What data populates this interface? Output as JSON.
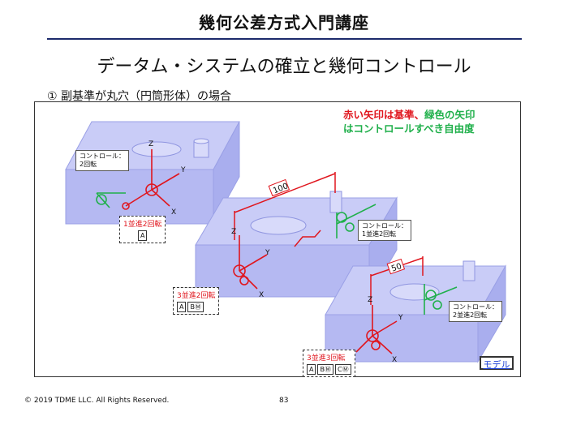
{
  "header": {
    "title": "幾何公差方式入門講座"
  },
  "subtitle": "データム・システムの確立と幾何コントロール",
  "section": "① 副基準が丸穴（円筒形体）の場合",
  "legend_note": {
    "red_part": "赤い矢印は基準",
    "sep": "、",
    "green_part": "緑色の矢印",
    "line2": "はコントロールすべき自由度"
  },
  "blocks": {
    "left": {
      "callout": [
        "コントロール：",
        "2回転"
      ],
      "datum_label": "1並進2回転",
      "frames": [
        "A"
      ]
    },
    "middle": {
      "dimension": "100",
      "callout": [
        "コントロール：",
        "1並進2回転"
      ],
      "datum_label": "3並進2回転",
      "frames": [
        "A",
        "BⓂ"
      ]
    },
    "right": {
      "dimension": "50",
      "callout": [
        "コントロール：",
        "2並進2回転"
      ],
      "datum_label": "3並進3回転",
      "frames": [
        "A",
        "BⓂ",
        "CⓂ"
      ]
    }
  },
  "axes": {
    "x": "X",
    "y": "Y",
    "z": "Z"
  },
  "model_button": "モデル",
  "footer": {
    "copyright": "© 2019 TDME LLC. All Rights Reserved.",
    "page": "83"
  },
  "colors": {
    "datum": "#e0161e",
    "control": "#20b04b",
    "block": "#b8bcf4",
    "title_rule": "#1c2a6b",
    "link": "#1a3fd6"
  }
}
